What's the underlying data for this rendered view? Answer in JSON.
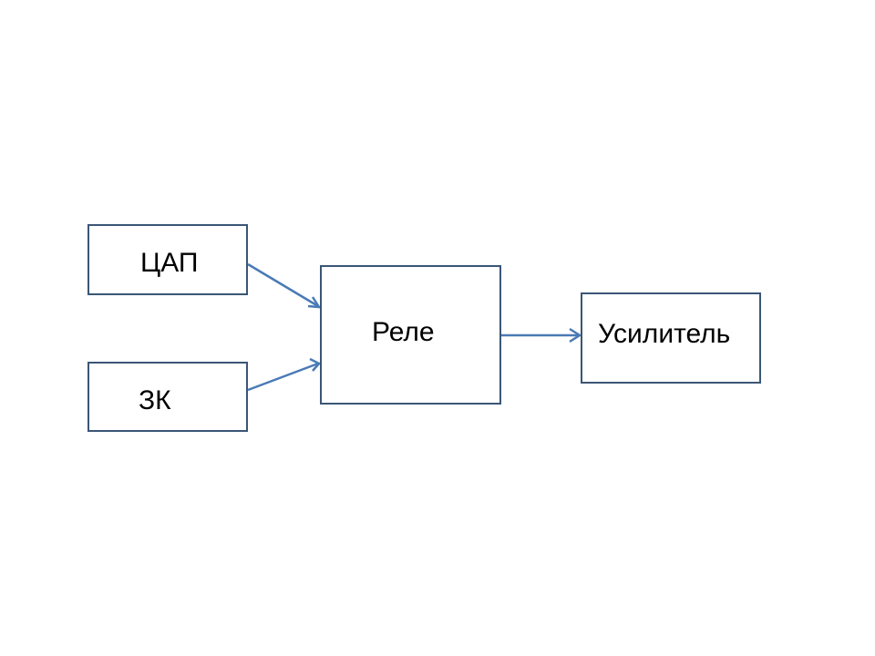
{
  "diagram": {
    "nodes": {
      "dac": {
        "label": "ЦАП"
      },
      "zk": {
        "label": "ЗК"
      },
      "relay": {
        "label": "Реле"
      },
      "amplifier": {
        "label": "Усилитель"
      }
    },
    "edges": [
      {
        "from": "dac",
        "to": "relay"
      },
      {
        "from": "zk",
        "to": "relay"
      },
      {
        "from": "relay",
        "to": "amplifier"
      }
    ],
    "colors": {
      "block_border": "#3a5675",
      "arrow": "#4a7ab5",
      "text": "#000000"
    }
  }
}
